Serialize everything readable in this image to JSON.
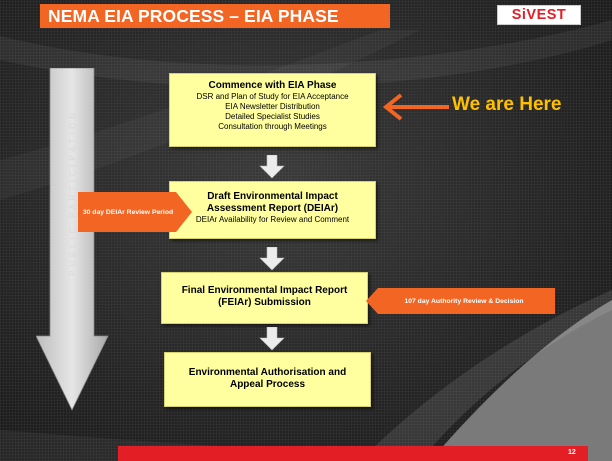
{
  "header": {
    "title": "NEMA EIA PROCESS – EIA PHASE",
    "logo_text": "SiVEST"
  },
  "side_arrow": {
    "label": "PUBLIC PARTICIPATION"
  },
  "steps": [
    {
      "title": "Commence with EIA Phase",
      "lines": [
        "DSR and Plan of Study for EIA Acceptance",
        "EIA Newsletter Distribution",
        "Detailed Specialist Studies",
        "Consultation through Meetings"
      ]
    },
    {
      "title": [
        "Draft Environmental Impact",
        "Assessment Report (DEIAr)"
      ],
      "lines": [
        "DEIAr Availability for Review and Comment"
      ]
    },
    {
      "title": [
        "Final Environmental Impact Report",
        "(FEIAr) Submission"
      ],
      "lines": []
    },
    {
      "title": [
        "Environmental Authorisation and",
        "Appeal Process"
      ],
      "lines": []
    }
  ],
  "callouts": {
    "review_period": "30 day DEIAr Review Period",
    "authority_review": "107 day Authority Review & Decision",
    "we_are_here": "We are Here"
  },
  "footer": {
    "page_number": "12"
  },
  "colors": {
    "accent_orange": "#f26522",
    "box_yellow": "#ffffa0",
    "brand_red": "#e31e24",
    "here_text": "#ffc000"
  }
}
